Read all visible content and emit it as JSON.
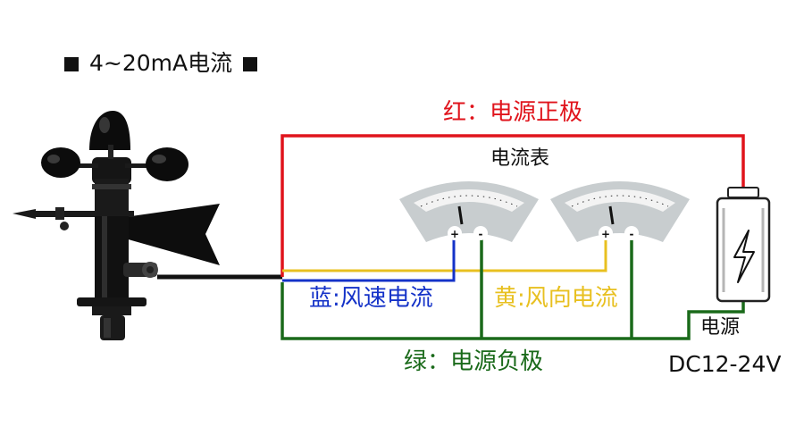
{
  "title": "4~20mA电流",
  "colors": {
    "red": "#e0141c",
    "blue": "#1432c8",
    "yellow": "#e8c020",
    "green": "#1a6a1a",
    "black": "#111111",
    "meter_gray": "#c8cdcf"
  },
  "labels": {
    "red_wire": "红：电源正极",
    "meter": "电流表",
    "blue_wire": "蓝:风速电流",
    "yellow_wire": "黄:风向电流",
    "green_wire": "绿：电源负极",
    "power": "电源",
    "power_range": "DC12-24V"
  },
  "meter_terminals": {
    "plus": "+",
    "minus": "-"
  },
  "icons": {
    "sensor": "anemometer-wind-vane-icon",
    "meter": "analog-ammeter-icon",
    "power": "battery-lightning-icon"
  }
}
